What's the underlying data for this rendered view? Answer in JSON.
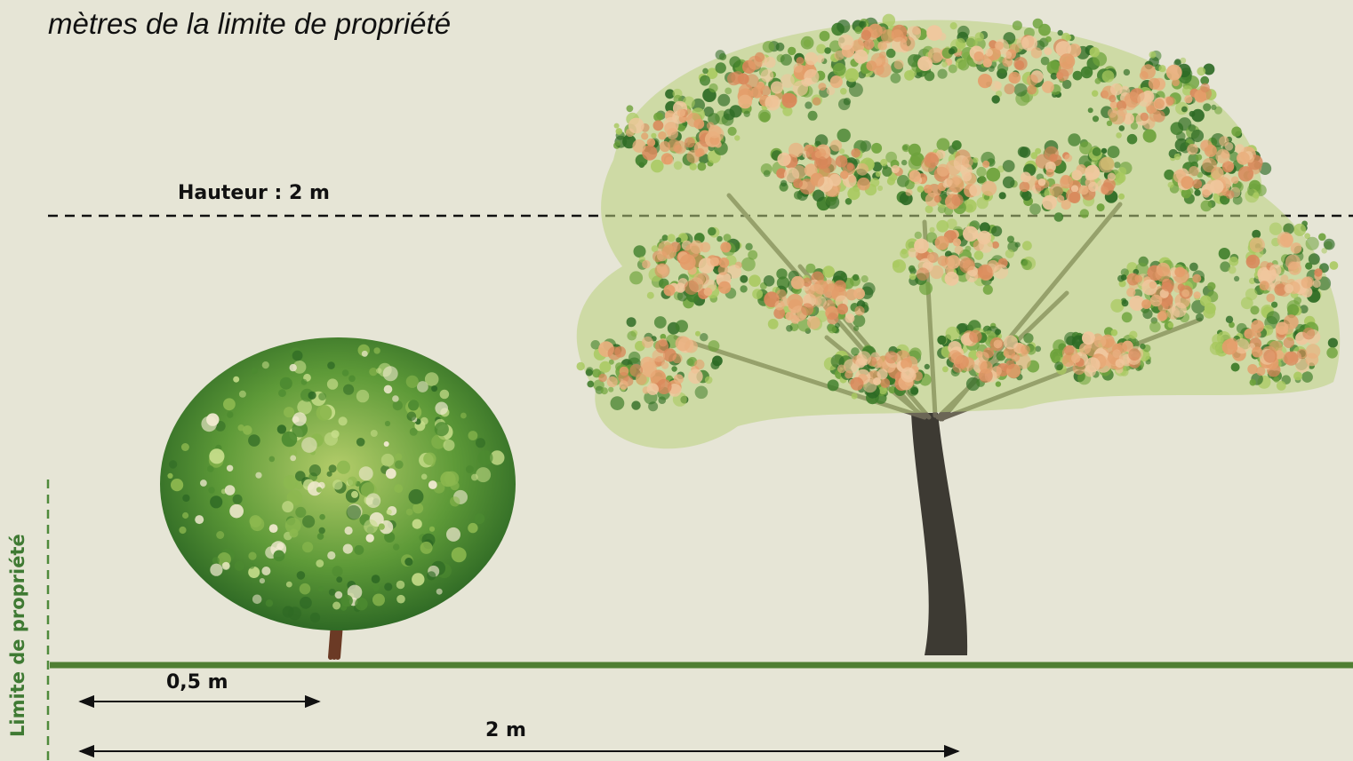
{
  "caption": "mètres de la limite de propriété",
  "height_line": {
    "label": "Hauteur : 2 m"
  },
  "property_line": {
    "label": "Limite de propriété"
  },
  "distances": [
    {
      "label": "0,5 m"
    },
    {
      "label": "2 m"
    }
  ],
  "colors": {
    "background": "#e6e5d6",
    "ground_line": "#4f7f33",
    "property_label": "#3f7a33",
    "foliage_green": "#3c7a2b",
    "blossom_orange": "#e49d6a"
  }
}
